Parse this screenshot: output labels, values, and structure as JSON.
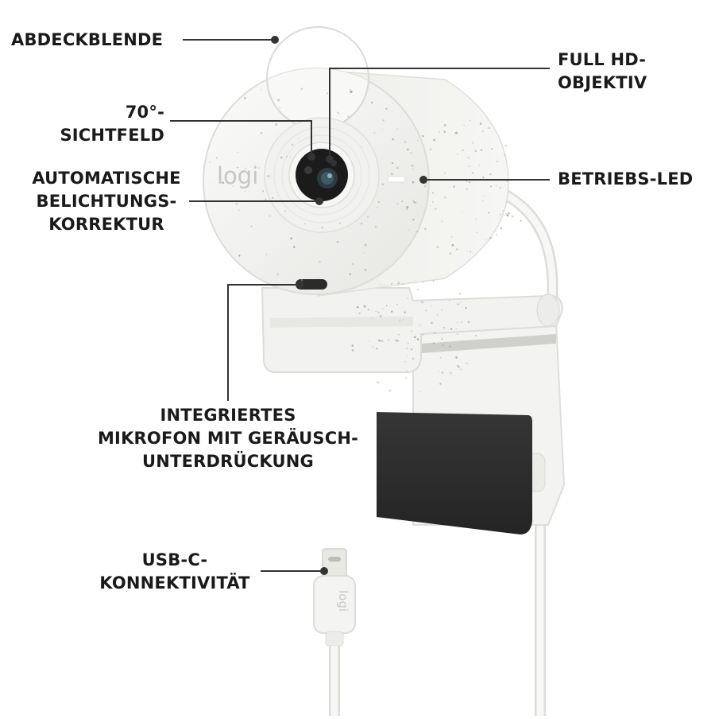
{
  "colors": {
    "body": "#f4f4f2",
    "body_shade": "#e4e4e1",
    "speckle": "#9a9a96",
    "lens": "#1b1b1b",
    "clip_dark": "#2c2c2c",
    "leader": "#333333",
    "text": "#1a1a1a"
  },
  "brand": {
    "logo_text": "logi"
  },
  "labels": {
    "abdeckblende": [
      "ABDECKBLENDE"
    ],
    "sichtfeld": [
      "70°-",
      "SICHTFELD"
    ],
    "belichtung": [
      "AUTOMATISCHE",
      "BELICHTUNGS-",
      "KORREKTUR"
    ],
    "objektiv": [
      "FULL HD-",
      "OBJEKTIV"
    ],
    "led": [
      "BETRIEBS-LED"
    ],
    "mikrofon": [
      "INTEGRIERTES",
      "MIKROFON MIT GERÄUSCH-",
      "UNTERDRÜCKUNG"
    ],
    "usb": [
      "USB-C-",
      "KONNEKTIVITÄT"
    ]
  }
}
